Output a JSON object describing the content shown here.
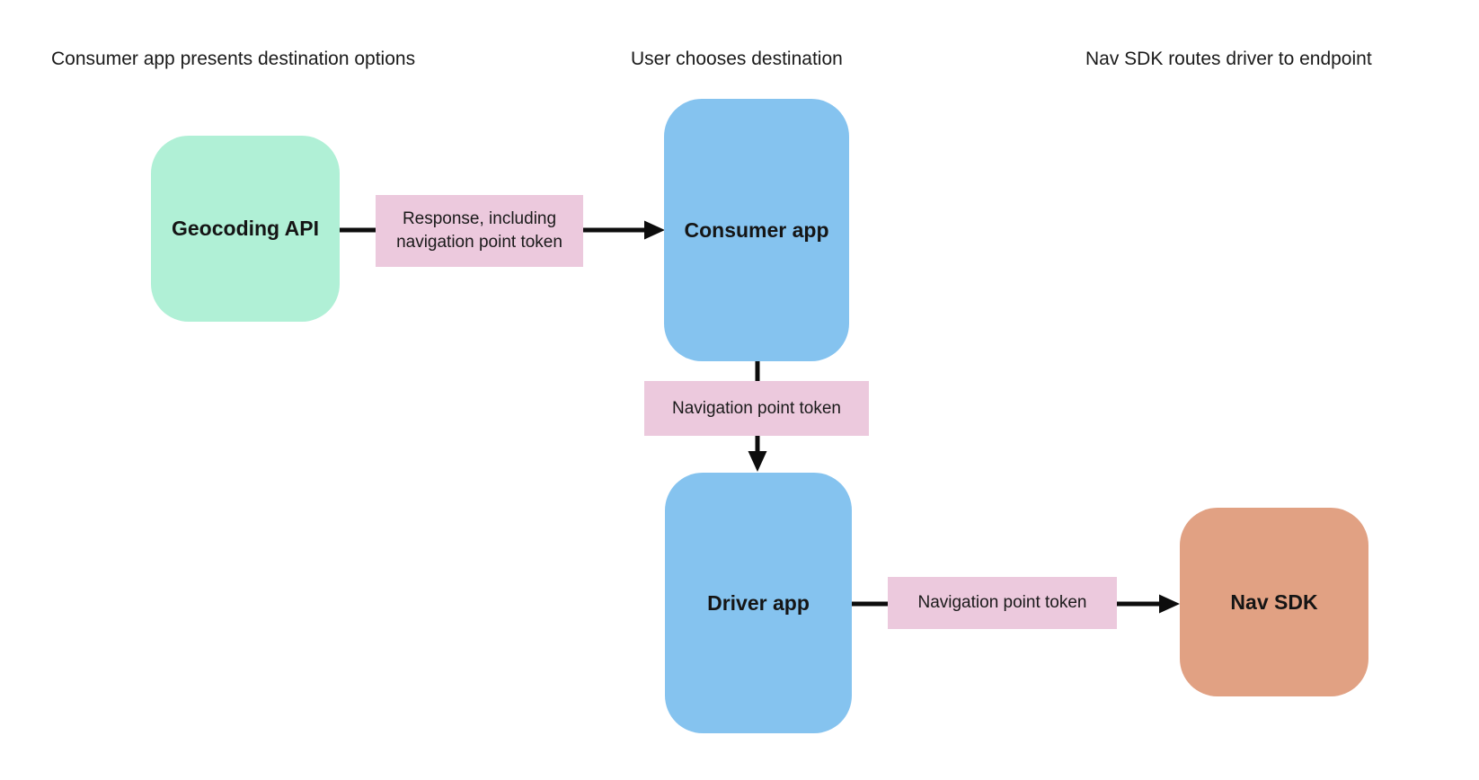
{
  "diagram": {
    "title": "",
    "column_headers": [
      {
        "text": "Consumer app presents destination options"
      },
      {
        "text": "User chooses destination"
      },
      {
        "text": "Nav SDK routes driver to endpoint"
      }
    ],
    "nodes": [
      {
        "id": "geocoding-api",
        "label": "Geocoding API",
        "color": "#b0f0d6",
        "shape": "rounded-rect"
      },
      {
        "id": "consumer-app",
        "label": "Consumer app",
        "color": "#85c3ef",
        "shape": "rounded-rect"
      },
      {
        "id": "driver-app",
        "label": "Driver app",
        "color": "#85c3ef",
        "shape": "rounded-rect"
      },
      {
        "id": "nav-sdk",
        "label": "Nav SDK",
        "color": "#e1a183",
        "shape": "rounded-rect"
      }
    ],
    "edges": [
      {
        "from": "geocoding-api",
        "to": "consumer-app",
        "label": "Response, including navigation point token",
        "direction": "right"
      },
      {
        "from": "consumer-app",
        "to": "driver-app",
        "label": "Navigation point token",
        "direction": "down"
      },
      {
        "from": "driver-app",
        "to": "nav-sdk",
        "label": "Navigation point token",
        "direction": "right"
      }
    ],
    "colors": {
      "background": "#ffffff",
      "node_mint": "#b0f0d6",
      "node_blue": "#85c3ef",
      "node_salmon": "#e1a183",
      "edge_label_bg": "#ecc9dd",
      "arrow": "#0d0d0d",
      "text": "#1a1a1a"
    }
  }
}
